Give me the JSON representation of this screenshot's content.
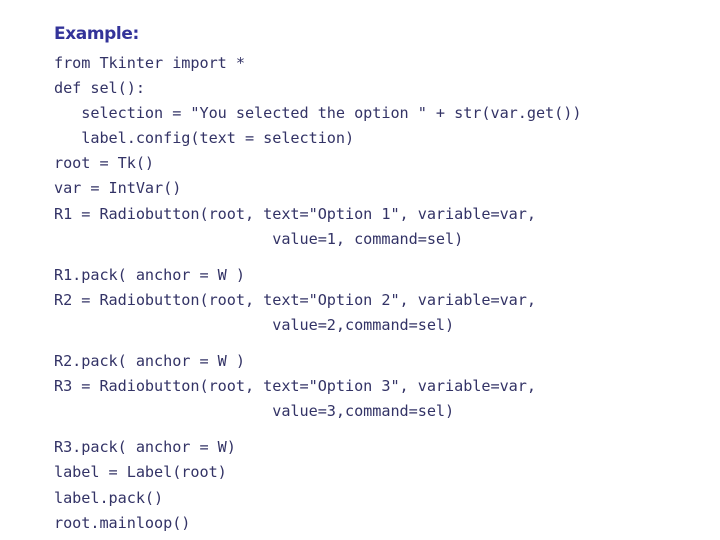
{
  "slide": {
    "title": "Example:",
    "title_color": "#333399",
    "code_color": "#333366",
    "background_color": "#ffffff",
    "code_lines": [
      "from Tkinter import *",
      "def sel():",
      "   selection = \"You selected the option \" + str(var.get())",
      "   label.config(text = selection)",
      "root = Tk()",
      "var = IntVar()",
      "R1 = Radiobutton(root, text=\"Option 1\", variable=var,",
      "                        value=1, command=sel)",
      "",
      "R1.pack( anchor = W )",
      "R2 = Radiobutton(root, text=\"Option 2\", variable=var,",
      "                        value=2,command=sel)",
      "",
      "R2.pack( anchor = W )",
      "R3 = Radiobutton(root, text=\"Option 3\", variable=var,",
      "                        value=3,command=sel)",
      "",
      "R3.pack( anchor = W)",
      "label = Label(root)",
      "label.pack()",
      "root.mainloop()"
    ]
  }
}
